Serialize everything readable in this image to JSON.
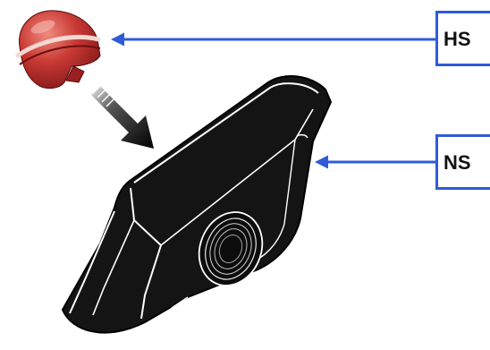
{
  "labels": {
    "hs": "HS",
    "ns": "NS"
  },
  "colors": {
    "pointer_arrow": "#2f5bd8",
    "label_border": "#2f5bd8",
    "hammer_head": "#b5282a",
    "nut_body": "#111111",
    "motion_arrow": "#111111",
    "background": "#ffffff"
  },
  "components": [
    {
      "id": "hs",
      "depiction": "hammer-head-icon"
    },
    {
      "id": "ns",
      "depiction": "slot-nut-icon"
    }
  ]
}
